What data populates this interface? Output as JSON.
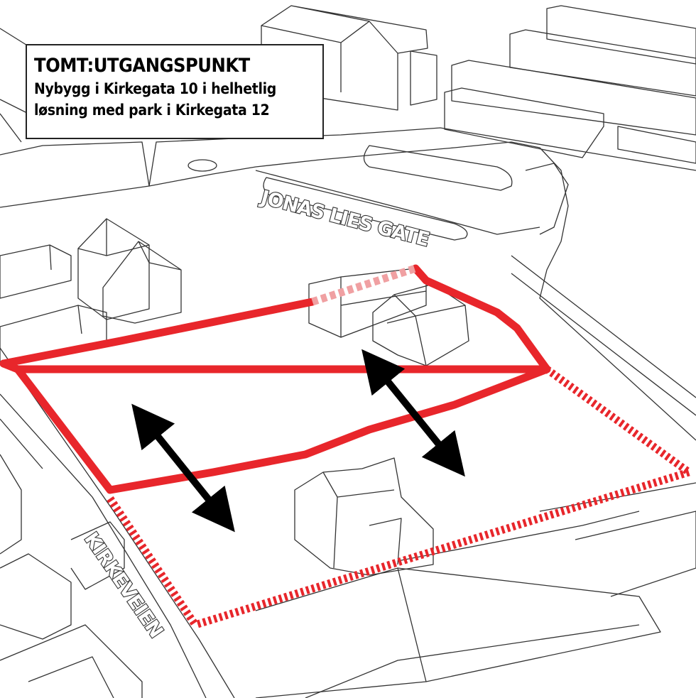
{
  "info": {
    "title": "TOMT:UTGANGSPUNKT",
    "line1": "Nybygg i Kirkegata 10 i helhetlig",
    "line2": "løsning med park i Kirkegata 12"
  },
  "streets": {
    "jonas": "JONAS LIES GATE",
    "kirke": "KIRKEVEIEN"
  },
  "colors": {
    "boundary": "#e8262b",
    "boundary_faded": "#f0a0a2",
    "arrow": "#000000",
    "outline": "#333333",
    "background": "#ffffff"
  }
}
